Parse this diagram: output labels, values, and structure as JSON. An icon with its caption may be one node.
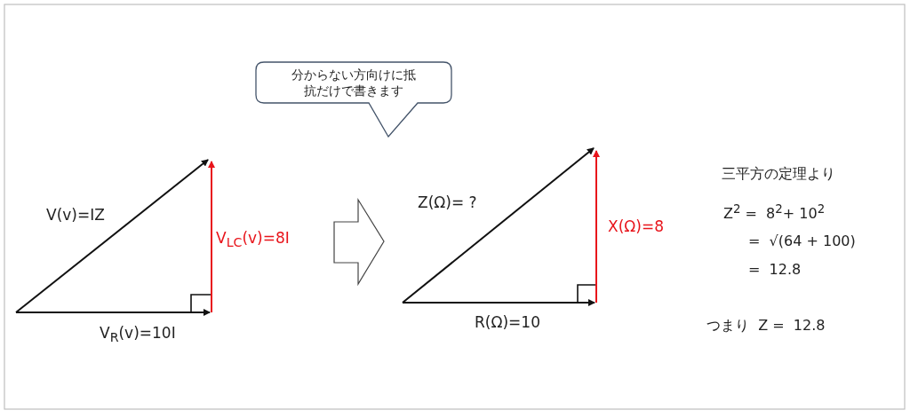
{
  "diagram": {
    "nodes": [
      {
        "text": [
          "分からない方向けに抵抗だけで書きます"
        ]
      }
    ],
    "edges": [],
    "labels": [
      "V(v)=IZ",
      "V$_{LC}$(v)=8I",
      "V$_{R}$(v)=10I",
      "Z(Ω)= ?",
      "X(Ω)=8",
      "R(Ω)=10",
      "三平方の定理より",
      "Z$^{2}$ =  8$^{2}$+ 10$^{2}$",
      "=  √(64 + 100)",
      "=  12.8",
      "つまり  Z =  12.8"
    ]
  }
}
